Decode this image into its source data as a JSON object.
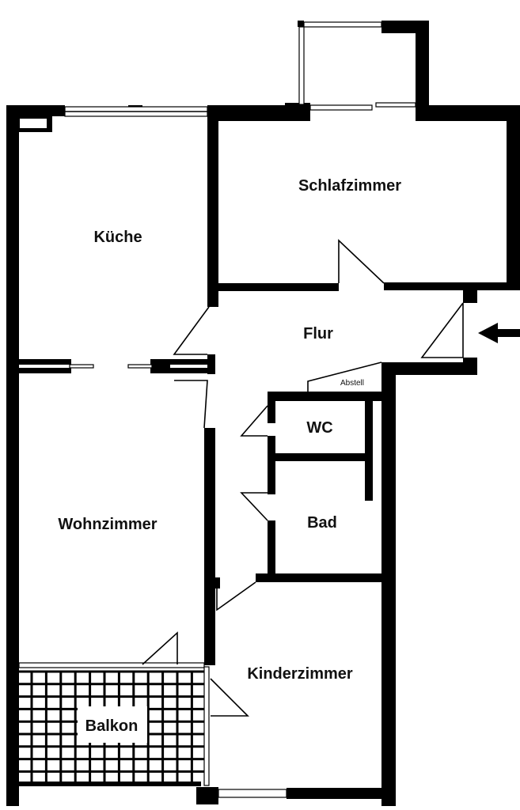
{
  "plan": {
    "title": "Grundriss",
    "rooms": [
      {
        "id": "kueche",
        "label": "Küche"
      },
      {
        "id": "schlafzimmer",
        "label": "Schlafzimmer"
      },
      {
        "id": "flur",
        "label": "Flur"
      },
      {
        "id": "abstell",
        "label": "Abstell"
      },
      {
        "id": "wc",
        "label": "WC"
      },
      {
        "id": "bad",
        "label": "Bad"
      },
      {
        "id": "wohnzimmer",
        "label": "Wohnzimmer"
      },
      {
        "id": "kinderzimmer",
        "label": "Kinderzimmer"
      },
      {
        "id": "balkon",
        "label": "Balkon"
      }
    ],
    "entrance_icon": "arrow-left-icon",
    "colors": {
      "wall": "#000000",
      "background": "#ffffff"
    }
  }
}
